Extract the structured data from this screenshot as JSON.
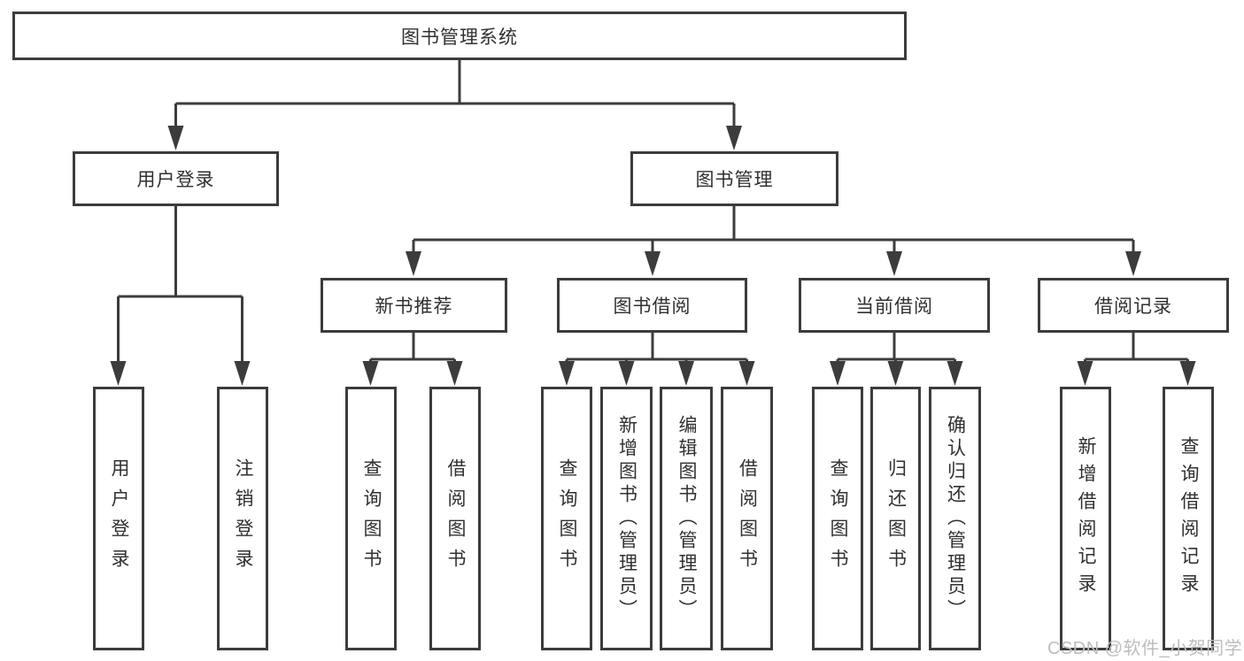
{
  "diagram": {
    "title": "图书管理系统",
    "colors": {
      "line": "#3c3c3c",
      "text": "#303030",
      "watermark": "#bdbdbd",
      "background": "#ffffff"
    },
    "nodes": {
      "root": {
        "label": "图书管理系统"
      },
      "user_login": {
        "label": "用户登录"
      },
      "book_management": {
        "label": "图书管理"
      },
      "new_book_recommend": {
        "label": "新书推荐"
      },
      "book_borrow": {
        "label": "图书借阅"
      },
      "current_borrow": {
        "label": "当前借阅"
      },
      "borrow_records": {
        "label": "借阅记录"
      },
      "leaf_user_login": {
        "label": "用户登录"
      },
      "leaf_logout": {
        "label": "注销登录"
      },
      "leaf_nb_query_books": {
        "label": "查询图书"
      },
      "leaf_nb_borrow_books": {
        "label": "借阅图书"
      },
      "leaf_bb_query_books": {
        "label": "查询图书"
      },
      "leaf_bb_add_books": {
        "label": "新增图书（管理员）"
      },
      "leaf_bb_edit_books": {
        "label": "编辑图书（管理员）"
      },
      "leaf_bb_borrow_books": {
        "label": "借阅图书"
      },
      "leaf_cb_query_books": {
        "label": "查询图书"
      },
      "leaf_cb_return_books": {
        "label": "归还图书"
      },
      "leaf_cb_confirm_return": {
        "label": "确认归还（管理员）"
      },
      "leaf_br_add_record": {
        "label": "新增借阅记录"
      },
      "leaf_br_query_record": {
        "label": "查询借阅记录"
      }
    },
    "tree": {
      "图书管理系统": {
        "用户登录": [
          "用户登录",
          "注销登录"
        ],
        "图书管理": {
          "新书推荐": [
            "查询图书",
            "借阅图书"
          ],
          "图书借阅": [
            "查询图书",
            "新增图书（管理员）",
            "编辑图书（管理员）",
            "借阅图书"
          ],
          "当前借阅": [
            "查询图书",
            "归还图书",
            "确认归还（管理员）"
          ],
          "借阅记录": [
            "新增借阅记录",
            "查询借阅记录"
          ]
        }
      }
    },
    "watermark": "CSDN @软件_小贺同学"
  }
}
